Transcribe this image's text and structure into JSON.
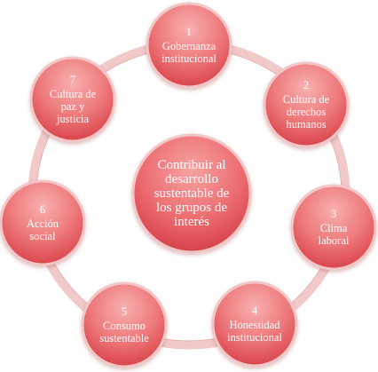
{
  "center": {
    "lines": [
      "Contribuir al",
      "desarrollo",
      "sustentable de",
      "los grupos de",
      "interés"
    ]
  },
  "nodes": [
    {
      "number": "1",
      "lines": [
        "Gobernanza",
        "institucional"
      ]
    },
    {
      "number": "2",
      "lines": [
        "Cultura de",
        "derechos",
        "humanos"
      ]
    },
    {
      "number": "3",
      "lines": [
        "Clima",
        "laboral"
      ]
    },
    {
      "number": "4",
      "lines": [
        "Honestidad",
        "institucional"
      ]
    },
    {
      "number": "5",
      "lines": [
        "Consumo",
        "sustentable"
      ]
    },
    {
      "number": "6",
      "lines": [
        "Acción",
        "social"
      ]
    },
    {
      "number": "7",
      "lines": [
        "Cultura de",
        "paz y",
        "justicia"
      ]
    }
  ],
  "colors": {
    "node_fill_light": "#f6a4a4",
    "node_fill_dark": "#d9454b",
    "node_stroke": "#f2c6c6",
    "ring": "#f1c9c9",
    "text": "#ffffff"
  }
}
